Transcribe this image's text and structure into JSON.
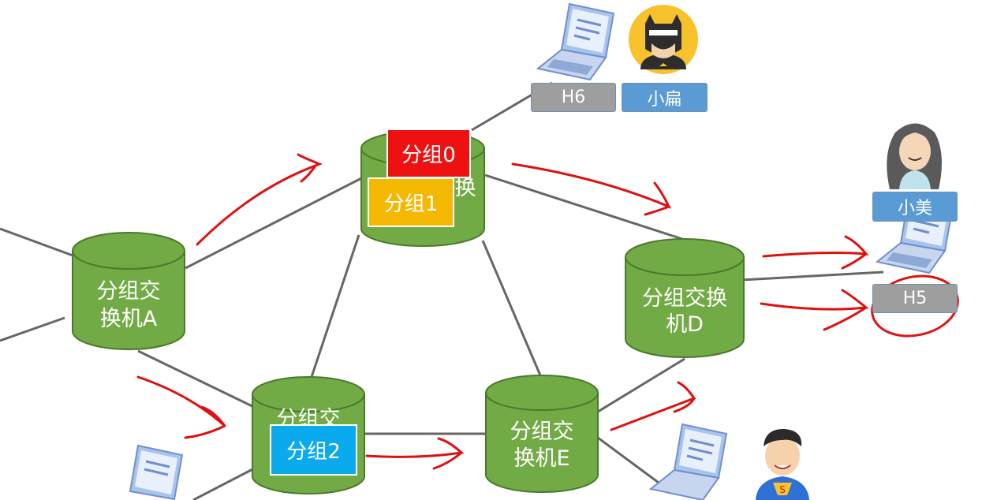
{
  "switches": {
    "A": {
      "line1": "分组交",
      "line2": "换机A"
    },
    "B": {
      "line1": "",
      "line2": "换"
    },
    "C": {
      "line1": "分组交",
      "line2": ""
    },
    "D": {
      "line1": "分组交换",
      "line2": "机D"
    },
    "E": {
      "line1": "分组交",
      "line2": "换机E"
    }
  },
  "packets": [
    {
      "label": "分组0",
      "color": "#ee1111"
    },
    {
      "label": "分组1",
      "color": "#f5b800"
    },
    {
      "label": "分组2",
      "color": "#0aaaee"
    }
  ],
  "hosts": {
    "h6": "H6",
    "h5": "H5"
  },
  "users": {
    "xiaobian": "小扁",
    "xiaomei": "小美"
  },
  "colors": {
    "switch_body": "#72ab45",
    "switch_edge": "#4a7a2a",
    "host_label": "#9e9e9e",
    "user_label": "#5b9bd5",
    "annotation": "#dd1111",
    "link": "#666666"
  },
  "icons": [
    "laptop-icon",
    "batman-avatar-icon",
    "woman-avatar-icon",
    "superman-avatar-icon"
  ]
}
